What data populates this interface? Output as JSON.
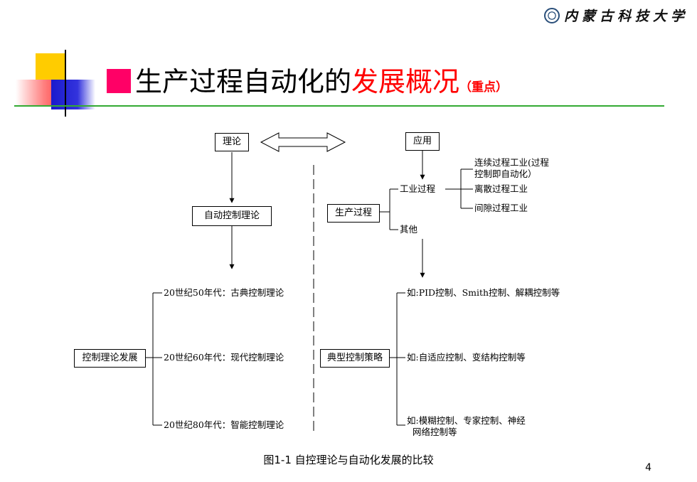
{
  "header": {
    "university_logo_text": "内蒙古科技大学"
  },
  "slide": {
    "title_main": "生产过程自动化的",
    "title_highlight": "发展概况",
    "title_note": "（重点）"
  },
  "diagram": {
    "theory": "理论",
    "application": "应用",
    "auto_control_theory": "自动控制理论",
    "production_process": "生产过程",
    "industrial_process": "工业过程",
    "continuous": [
      "连续过程工业(过程",
      "控制即自动化）"
    ],
    "discrete": "离散过程工业",
    "batch": "间隙过程工业",
    "other": "其他",
    "theory_development": "控制理论发展",
    "typical_strategy": "典型控制策略",
    "era_50s": "20世纪50年代：古典控制理论",
    "era_60s": "20世纪60年代：现代控制理论",
    "era_80s": "20世纪80年代：智能控制理论",
    "strategy_1": "如:PID控制、Smith控制、解耦控制等",
    "strategy_2": "如:自适应控制、变结构控制等",
    "strategy_3": [
      "如:模糊控制、专家控制、神经",
      "网络控制等"
    ]
  },
  "caption": "图1-1  自控理论与自动化发展的比较",
  "page_number": "4"
}
